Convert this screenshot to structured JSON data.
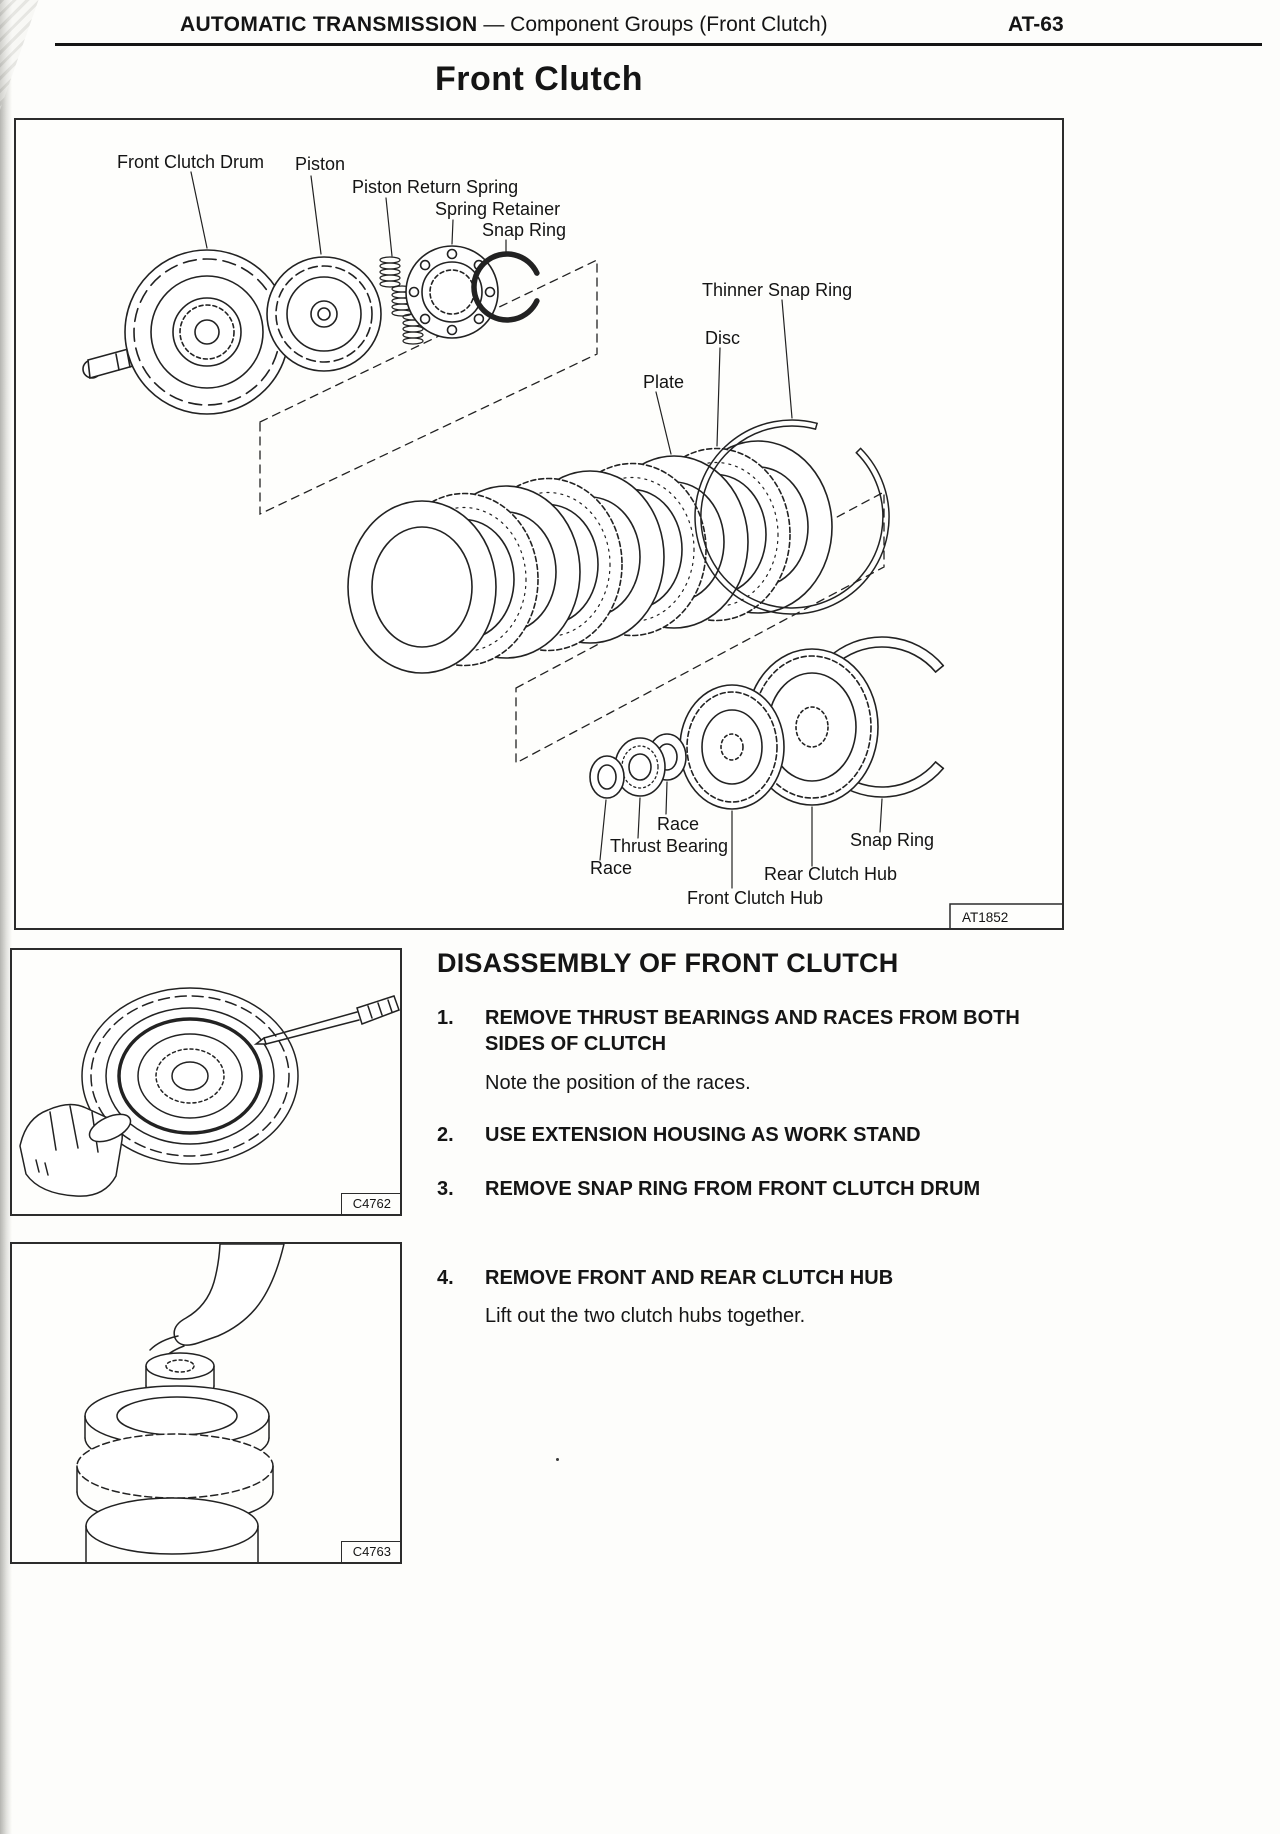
{
  "header": {
    "section": "AUTOMATIC TRANSMISSION",
    "subsection": "— Component Groups (Front Clutch)",
    "page_number": "AT-63"
  },
  "page_title": "Front Clutch",
  "exploded_figure": {
    "figure_code": "AT1852",
    "labels": {
      "front_clutch_drum": "Front Clutch Drum",
      "piston": "Piston",
      "piston_return_spring": "Piston Return Spring",
      "spring_retainer": "Spring Retainer",
      "snap_ring": "Snap Ring",
      "thinner_snap_ring": "Thinner Snap Ring",
      "disc": "Disc",
      "plate": "Plate",
      "race_front": "Race",
      "thrust_bearing": "Thrust Bearing",
      "race_rear": "Race",
      "front_clutch_hub": "Front Clutch Hub",
      "rear_clutch_hub": "Rear Clutch Hub",
      "snap_ring_rear": "Snap Ring"
    }
  },
  "photo_figures": [
    {
      "figure_code": "C4762"
    },
    {
      "figure_code": "C4763"
    }
  ],
  "procedure": {
    "heading": "DISASSEMBLY OF FRONT CLUTCH",
    "steps": [
      {
        "number": "1.",
        "title": "REMOVE THRUST BEARINGS AND RACES FROM BOTH SIDES OF CLUTCH",
        "note": "Note the position of the races."
      },
      {
        "number": "2.",
        "title": "USE EXTENSION HOUSING AS WORK STAND"
      },
      {
        "number": "3.",
        "title": "REMOVE SNAP RING FROM FRONT CLUTCH DRUM"
      },
      {
        "number": "4.",
        "title": "REMOVE FRONT AND REAR CLUTCH HUB",
        "note": "Lift out the two clutch hubs together."
      }
    ]
  }
}
